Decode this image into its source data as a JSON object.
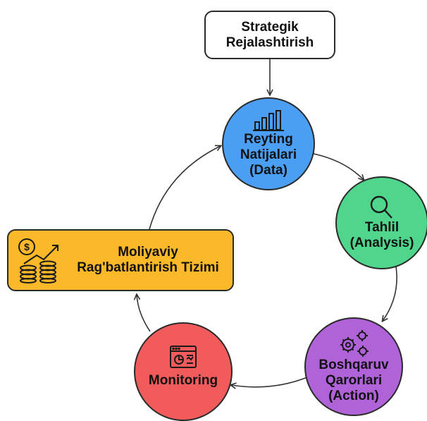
{
  "diagram": {
    "nodes": {
      "strategic": {
        "lines": [
          "Strategik",
          "Rejalashtirish"
        ],
        "color": "#ffffff",
        "icon": ""
      },
      "rating": {
        "lines": [
          "Reyting",
          "Natijalari",
          "(Data)"
        ],
        "color": "#4a9ff5",
        "icon": "bar-chart-icon"
      },
      "analysis": {
        "lines": [
          "Tahlil",
          "(Analysis)"
        ],
        "color": "#4fd68c",
        "icon": "magnifier-icon"
      },
      "decisions": {
        "lines": [
          "Boshqaruv",
          "Qarorlari",
          "(Action)"
        ],
        "color": "#b063d9",
        "icon": "gears-icon"
      },
      "monitoring": {
        "lines": [
          "Monitoring"
        ],
        "color": "#f15b5b",
        "icon": "dashboard-window-icon"
      },
      "incentive": {
        "lines": [
          "Moliyaviy",
          "Rag'batlantirish Tizimi"
        ],
        "color": "#fbb829",
        "icon": "coins-growth-icon"
      }
    },
    "edges": [
      {
        "from": "strategic",
        "to": "rating"
      },
      {
        "from": "rating",
        "to": "analysis"
      },
      {
        "from": "analysis",
        "to": "decisions"
      },
      {
        "from": "decisions",
        "to": "monitoring"
      },
      {
        "from": "monitoring",
        "to": "incentive"
      },
      {
        "from": "incentive",
        "to": "rating"
      }
    ]
  }
}
